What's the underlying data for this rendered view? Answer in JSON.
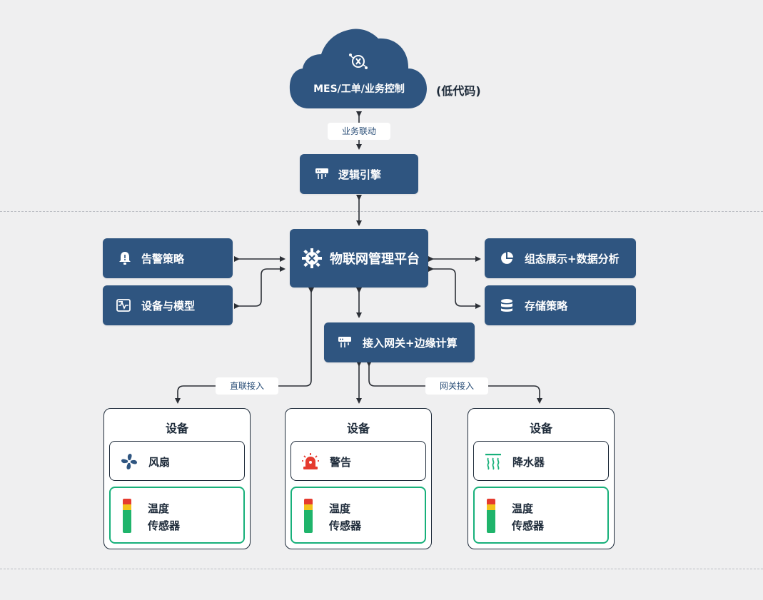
{
  "cloud": {
    "title": "MES/工单/业务控制",
    "note": "(低代码)"
  },
  "labels": {
    "business_link": "业务联动",
    "direct_access": "直联接入",
    "gateway_access": "网关接入"
  },
  "nodes": {
    "logic_engine": "逻辑引擎",
    "iot_platform": "物联网管理平台",
    "alarm_policy": "告警策略",
    "device_model": "设备与模型",
    "visual_analysis": "组态展示+数据分析",
    "storage_policy": "存储策略",
    "gateway_edge": "接入网关+边缘计算"
  },
  "devices": [
    {
      "title": "设备",
      "item": "风扇",
      "item_icon": "fan-icon",
      "sensor_line1": "温度",
      "sensor_line2": "传感器"
    },
    {
      "title": "设备",
      "item": "警告",
      "item_icon": "alarm-light-icon",
      "sensor_line1": "温度",
      "sensor_line2": "传感器"
    },
    {
      "title": "设备",
      "item": "降水器",
      "item_icon": "heat-wave-icon",
      "sensor_line1": "温度",
      "sensor_line2": "传感器"
    }
  ],
  "colors": {
    "node_fill": "#2f5580",
    "background": "#efeff0",
    "sensor_border": "#17b07a",
    "arrow": "#2b2f36"
  }
}
